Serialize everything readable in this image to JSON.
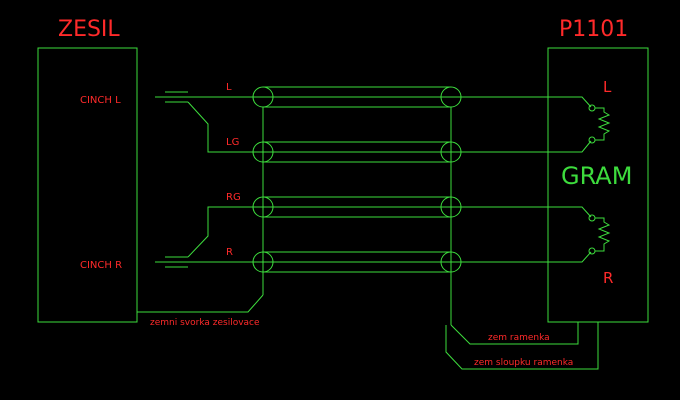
{
  "left_block": {
    "title": "ZESIL",
    "cinch_l": "CINCH L",
    "cinch_r": "CINCH R"
  },
  "right_block": {
    "title": "P1101",
    "l_channel": "L",
    "r_channel": "R",
    "gram": "GRAM"
  },
  "wires": {
    "l": "L",
    "lg": "LG",
    "rg": "RG",
    "r": "R"
  },
  "notes": {
    "amp_ground": "zemni svorka zesilovace",
    "arm_ground": "zem ramenka",
    "pillar_ground": "zem sloupku ramenka"
  },
  "colors": {
    "wire": "#3ddc3d",
    "text": "#ff2a2a"
  }
}
